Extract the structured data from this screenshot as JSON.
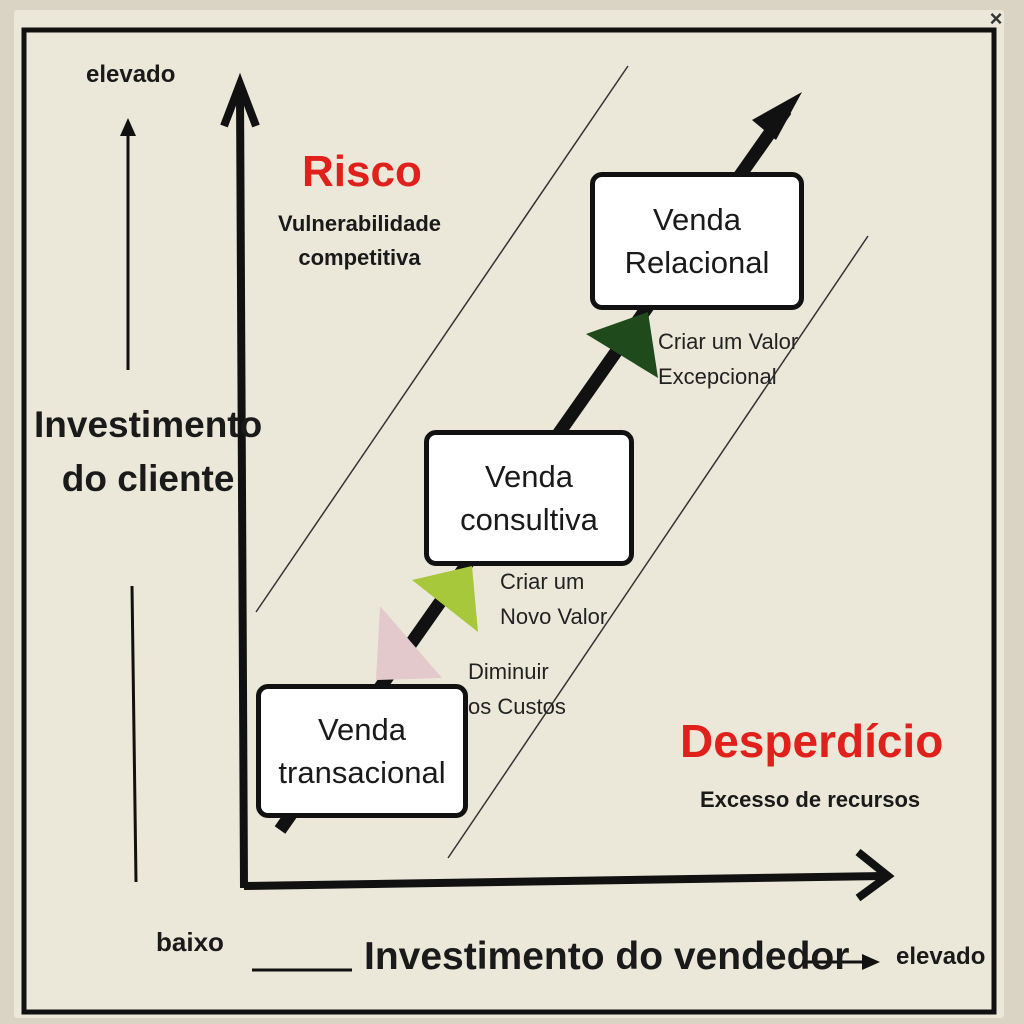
{
  "window": {
    "close_symbol": "×"
  },
  "y_axis": {
    "top_label": "elevado",
    "title_line1": "Investimento",
    "title_line2": "do cliente",
    "bottom_label": "baixo"
  },
  "x_axis": {
    "title": "Investimento do vendedor",
    "end_label": "elevado"
  },
  "zones": {
    "risk": {
      "title": "Risco",
      "subtitle_line1": "Vulnerabilidade",
      "subtitle_line2": "competitiva"
    },
    "waste": {
      "title": "Desperdício",
      "subtitle": "Excesso de recursos"
    }
  },
  "stages": [
    {
      "line1": "Venda",
      "line2": "transacional"
    },
    {
      "line1": "Venda",
      "line2": "consultiva"
    },
    {
      "line1": "Venda",
      "line2": "Relacional"
    }
  ],
  "transitions": [
    {
      "line1": "Diminuir",
      "line2": "os Custos",
      "color": "#e3c8cc"
    },
    {
      "line1": "Criar um",
      "line2": "Novo Valor",
      "color": "#a6c83a"
    },
    {
      "line1": "Criar um  Valor",
      "line2": "Excepcional",
      "color": "#1f4a1c"
    }
  ],
  "colors": {
    "accent_red": "#e0201b",
    "ink": "#111111"
  }
}
